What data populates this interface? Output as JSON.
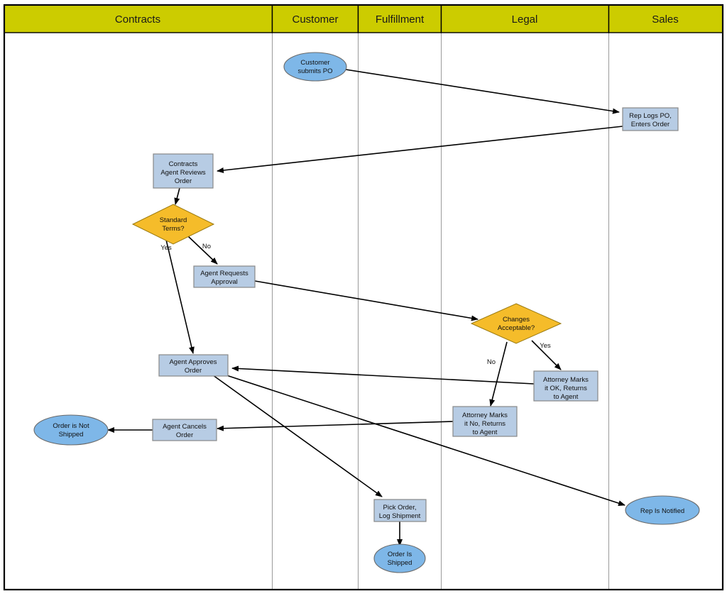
{
  "diagram": {
    "title": "Purchase Order Approval Swimlane Flowchart",
    "colors": {
      "lane_header_fill": "#cccc00",
      "process_fill": "#b7cce4",
      "decision_fill": "#f5bc2a",
      "terminator_fill": "#7eb7e8",
      "edge_stroke": "#000000",
      "border": "#000000"
    },
    "lanes": [
      {
        "id": "contracts",
        "label": "Contracts"
      },
      {
        "id": "customer",
        "label": "Customer"
      },
      {
        "id": "fulfillment",
        "label": "Fulfillment"
      },
      {
        "id": "legal",
        "label": "Legal"
      },
      {
        "id": "sales",
        "label": "Sales"
      }
    ],
    "nodes": [
      {
        "id": "customer-submits-po",
        "lane": "customer",
        "shape": "ellipse",
        "lines": [
          "Customer",
          "submits PO"
        ]
      },
      {
        "id": "rep-logs-po",
        "lane": "sales",
        "shape": "process",
        "lines": [
          "Rep Logs PO,",
          "Enters Order"
        ]
      },
      {
        "id": "contracts-agent-reviews-order",
        "lane": "contracts",
        "shape": "process",
        "lines": [
          "Contracts",
          "Agent Reviews",
          "Order"
        ]
      },
      {
        "id": "standard-terms",
        "lane": "contracts",
        "shape": "decision",
        "lines": [
          "Standard",
          "Terms?"
        ]
      },
      {
        "id": "agent-requests-approval",
        "lane": "contracts",
        "shape": "process",
        "lines": [
          "Agent Requests",
          "Approval"
        ]
      },
      {
        "id": "changes-acceptable",
        "lane": "legal",
        "shape": "decision",
        "lines": [
          "Changes",
          "Acceptable?"
        ]
      },
      {
        "id": "attorney-marks-ok",
        "lane": "legal",
        "shape": "process",
        "lines": [
          "Attorney Marks",
          "it OK, Returns",
          "to Agent"
        ]
      },
      {
        "id": "attorney-marks-no",
        "lane": "legal",
        "shape": "process",
        "lines": [
          "Attorney Marks",
          "it No, Returns",
          "to Agent"
        ]
      },
      {
        "id": "agent-approves-order",
        "lane": "contracts",
        "shape": "process",
        "lines": [
          "Agent Approves",
          "Order"
        ]
      },
      {
        "id": "agent-cancels-order",
        "lane": "contracts",
        "shape": "process",
        "lines": [
          "Agent Cancels",
          "Order"
        ]
      },
      {
        "id": "order-is-not-shipped",
        "lane": "contracts",
        "shape": "ellipse",
        "lines": [
          "Order is Not",
          "Shipped"
        ]
      },
      {
        "id": "pick-order-log-shipment",
        "lane": "fulfillment",
        "shape": "process",
        "lines": [
          "Pick Order,",
          "Log Shipment"
        ]
      },
      {
        "id": "order-is-shipped",
        "lane": "fulfillment",
        "shape": "ellipse",
        "lines": [
          "Order Is",
          "Shipped"
        ]
      },
      {
        "id": "rep-is-notified",
        "lane": "sales",
        "shape": "ellipse",
        "lines": [
          "Rep Is Notified"
        ]
      }
    ],
    "edges": [
      {
        "from": "customer-submits-po",
        "to": "rep-logs-po",
        "label": ""
      },
      {
        "from": "rep-logs-po",
        "to": "contracts-agent-reviews-order",
        "label": ""
      },
      {
        "from": "contracts-agent-reviews-order",
        "to": "standard-terms",
        "label": ""
      },
      {
        "from": "standard-terms",
        "to": "agent-approves-order",
        "label": "Yes"
      },
      {
        "from": "standard-terms",
        "to": "agent-requests-approval",
        "label": "No"
      },
      {
        "from": "agent-requests-approval",
        "to": "changes-acceptable",
        "label": ""
      },
      {
        "from": "changes-acceptable",
        "to": "attorney-marks-ok",
        "label": "Yes"
      },
      {
        "from": "changes-acceptable",
        "to": "attorney-marks-no",
        "label": "No"
      },
      {
        "from": "attorney-marks-ok",
        "to": "agent-approves-order",
        "label": ""
      },
      {
        "from": "attorney-marks-no",
        "to": "agent-cancels-order",
        "label": ""
      },
      {
        "from": "agent-approves-order",
        "to": "pick-order-log-shipment",
        "label": ""
      },
      {
        "from": "agent-approves-order",
        "to": "rep-is-notified",
        "label": ""
      },
      {
        "from": "agent-cancels-order",
        "to": "order-is-not-shipped",
        "label": ""
      },
      {
        "from": "pick-order-log-shipment",
        "to": "order-is-shipped",
        "label": ""
      }
    ],
    "edge_labels": {
      "standard_terms_yes": "Yes",
      "standard_terms_no": "No",
      "changes_acceptable_yes": "Yes",
      "changes_acceptable_no": "No"
    },
    "text": {
      "lane_contracts": "Contracts",
      "lane_customer": "Customer",
      "lane_fulfillment": "Fulfillment",
      "lane_legal": "Legal",
      "lane_sales": "Sales",
      "n1_l1": "Customer",
      "n1_l2": "submits PO",
      "n2_l1": "Rep Logs PO,",
      "n2_l2": "Enters Order",
      "n3_l1": "Contracts",
      "n3_l2": "Agent Reviews",
      "n3_l3": "Order",
      "n4_l1": "Standard",
      "n4_l2": "Terms?",
      "n5_l1": "Agent Requests",
      "n5_l2": "Approval",
      "n6_l1": "Changes",
      "n6_l2": "Acceptable?",
      "n7_l1": "Attorney Marks",
      "n7_l2": "it OK, Returns",
      "n7_l3": "to Agent",
      "n8_l1": "Attorney Marks",
      "n8_l2": "it No, Returns",
      "n8_l3": "to Agent",
      "n9_l1": "Agent Approves",
      "n9_l2": "Order",
      "n10_l1": "Agent Cancels",
      "n10_l2": "Order",
      "n11_l1": "Order is Not",
      "n11_l2": "Shipped",
      "n12_l1": "Pick Order,",
      "n12_l2": "Log Shipment",
      "n13_l1": "Order Is",
      "n13_l2": "Shipped",
      "n14_l1": "Rep Is Notified"
    }
  }
}
